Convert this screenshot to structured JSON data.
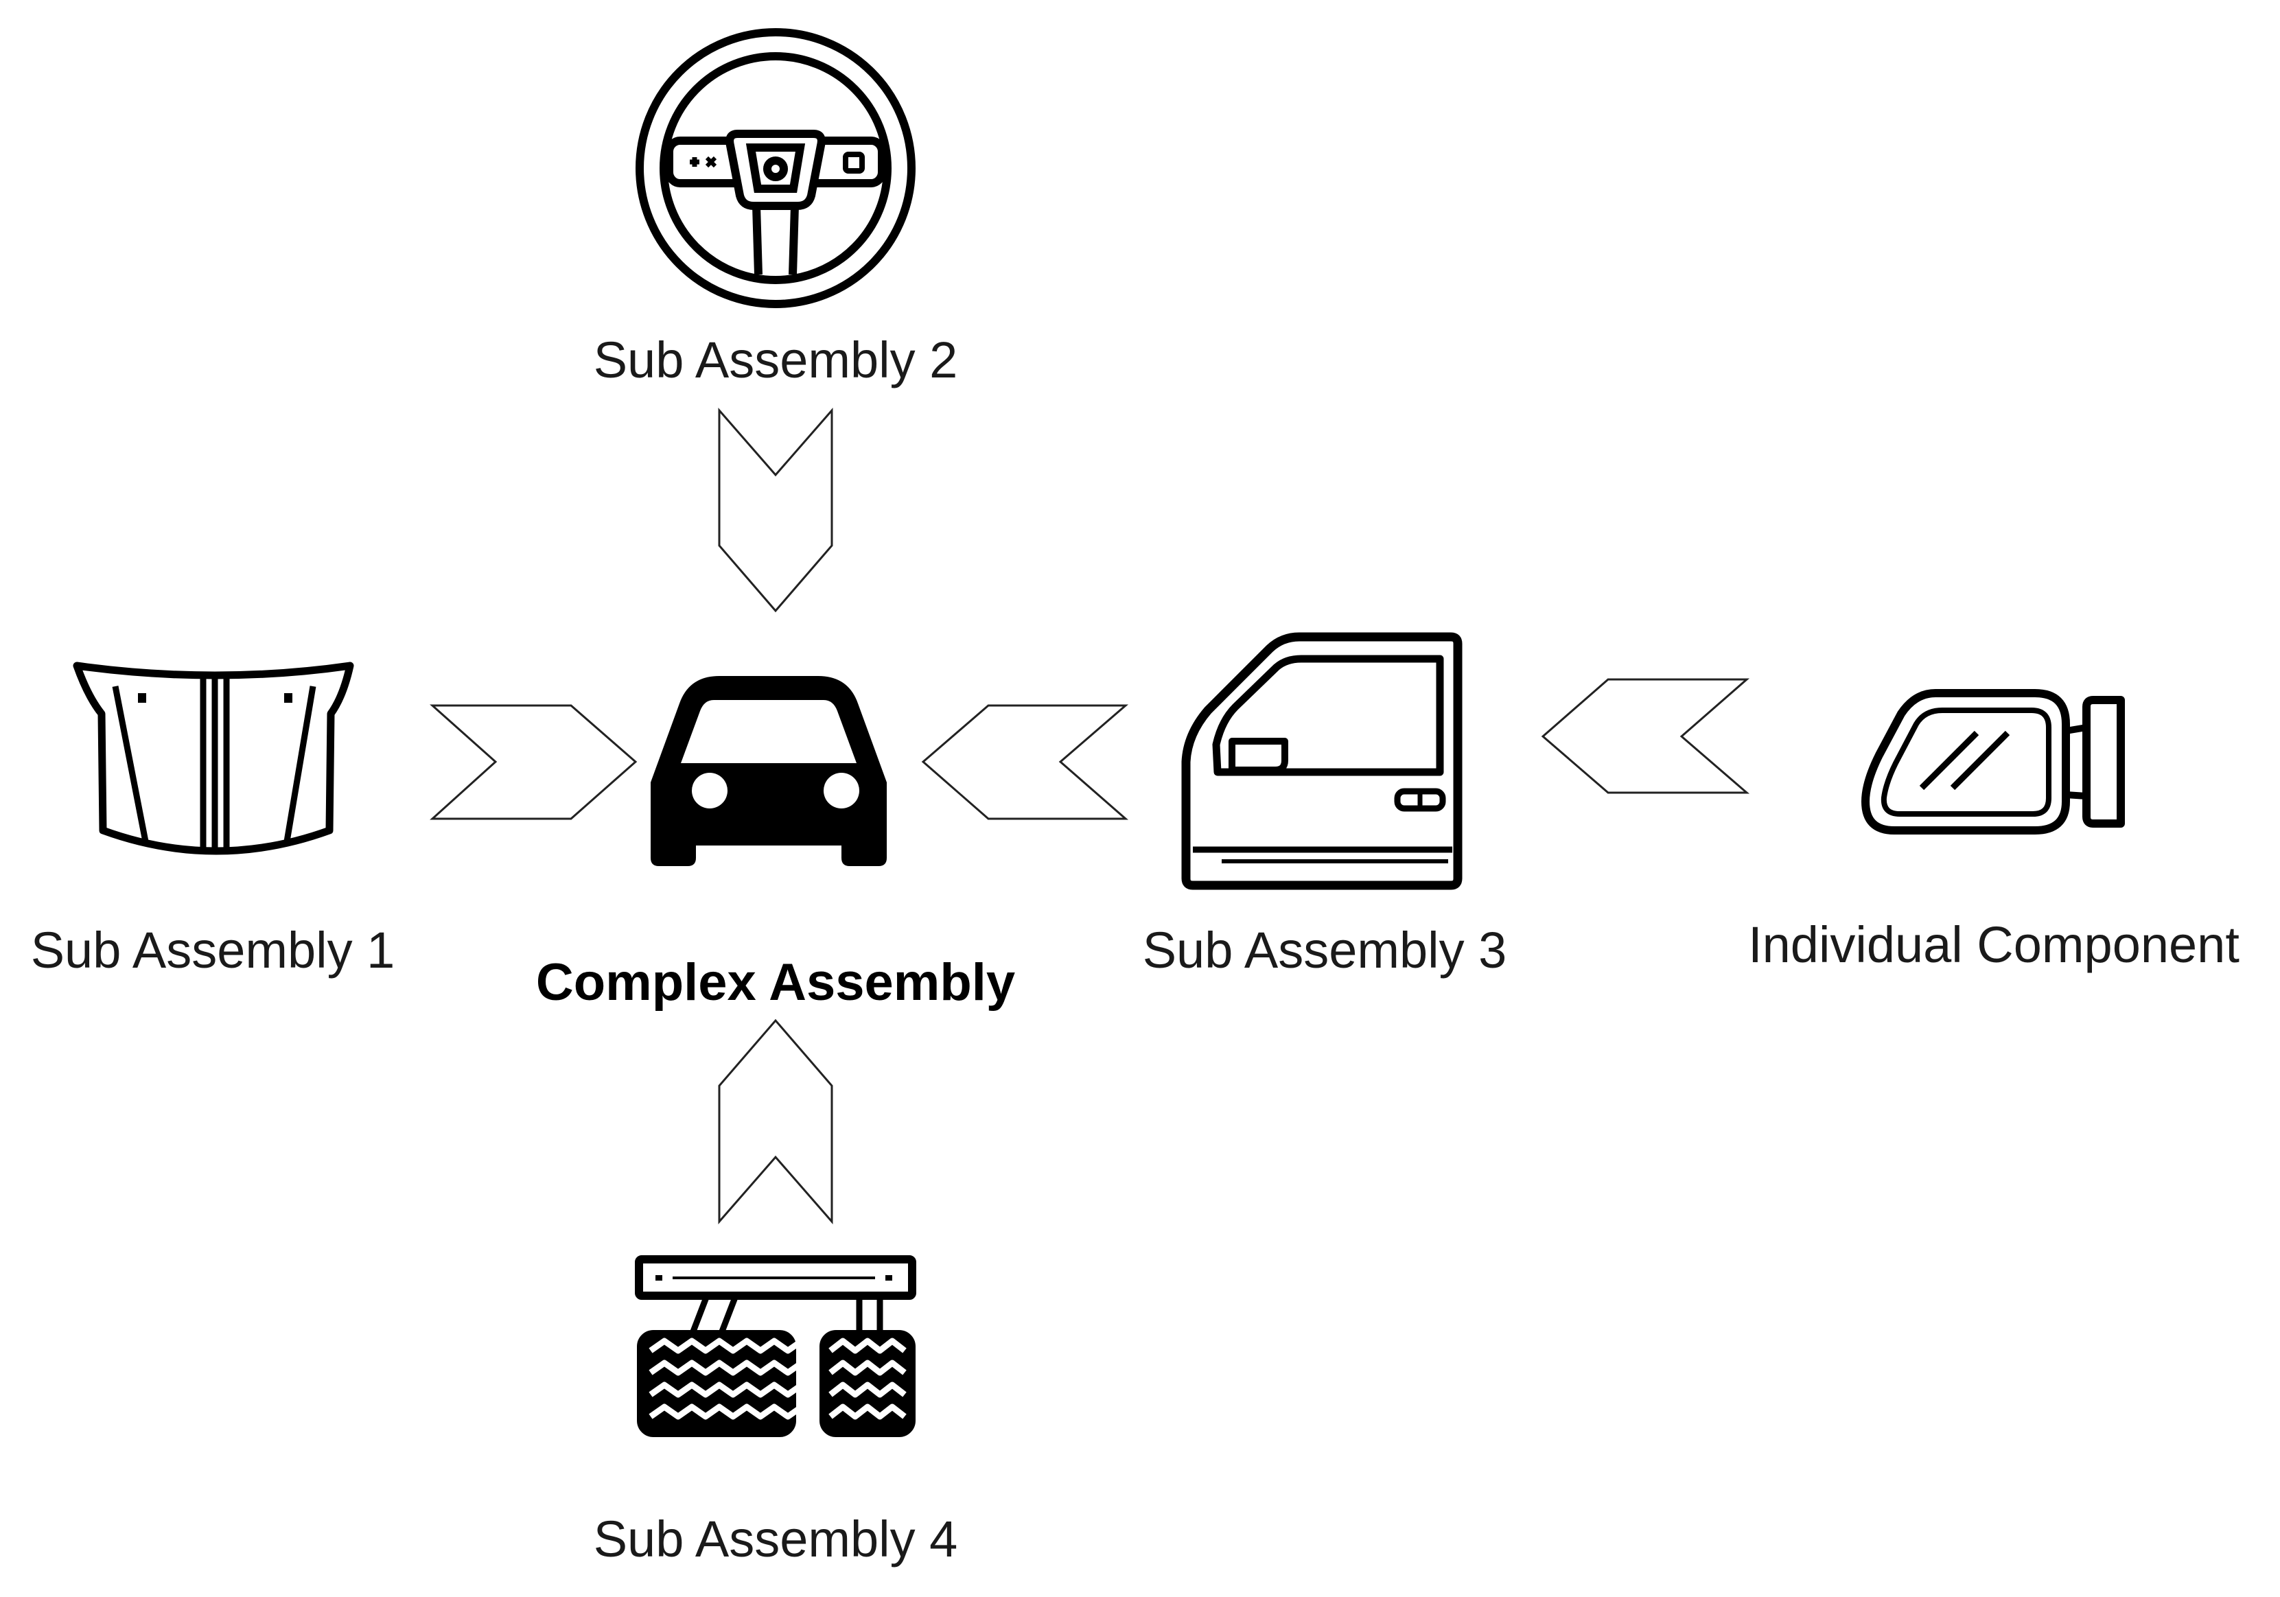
{
  "diagram": {
    "center": {
      "label": "Complex Assembly",
      "icon": "car-icon"
    },
    "nodes": {
      "sub_assembly_1": {
        "label": "Sub Assembly 1",
        "icon": "car-hood-icon"
      },
      "sub_assembly_2": {
        "label": "Sub Assembly 2",
        "icon": "steering-wheel-icon"
      },
      "sub_assembly_3": {
        "label": "Sub Assembly 3",
        "icon": "car-door-icon"
      },
      "sub_assembly_4": {
        "label": "Sub Assembly 4",
        "icon": "pedals-icon"
      },
      "individual_component": {
        "label": "Individual Component",
        "icon": "side-mirror-icon"
      }
    },
    "connections": [
      {
        "from": "Sub Assembly 1",
        "to": "Complex Assembly",
        "shape": "chevron-arrow"
      },
      {
        "from": "Sub Assembly 2",
        "to": "Complex Assembly",
        "shape": "chevron-arrow"
      },
      {
        "from": "Sub Assembly 3",
        "to": "Complex Assembly",
        "shape": "chevron-arrow"
      },
      {
        "from": "Sub Assembly 4",
        "to": "Complex Assembly",
        "shape": "chevron-arrow"
      },
      {
        "from": "Individual Component",
        "to": "Sub Assembly 3",
        "shape": "chevron-arrow"
      }
    ],
    "colors": {
      "ink": "#000000",
      "text": "#1a1a1a",
      "background": "#ffffff"
    }
  }
}
